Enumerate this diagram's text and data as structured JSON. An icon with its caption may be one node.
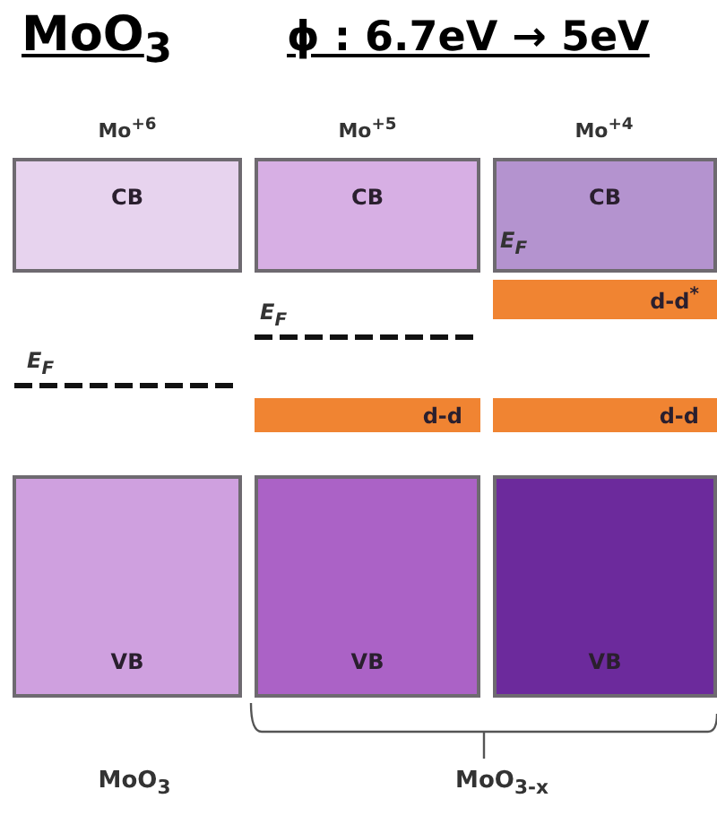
{
  "diagram": {
    "title": "MoO$_{3}$",
    "nodes": [
      {
        "text": [
          "CB"
        ]
      },
      {
        "text": [
          "CB"
        ]
      },
      {
        "text": [
          "CB"
        ]
      },
      {
        "text": [
          "d-d$^{*}$"
        ]
      },
      {
        "text": [
          "d-d"
        ]
      },
      {
        "text": [
          "d-d"
        ]
      },
      {
        "text": [
          "VB"
        ]
      },
      {
        "text": [
          "VB"
        ]
      },
      {
        "text": [
          "VB"
        ]
      }
    ],
    "edges": [],
    "labels": [
      "ϕ : 6.7eV → 5eV",
      "Mo$^{+6}$",
      "Mo$^{+5}$",
      "Mo$^{+4}$",
      "E$_{F}$",
      "E$_{F}$",
      "E$_{F}$",
      "MoO$_{3}$",
      "MoO$_{3-x}$"
    ]
  }
}
